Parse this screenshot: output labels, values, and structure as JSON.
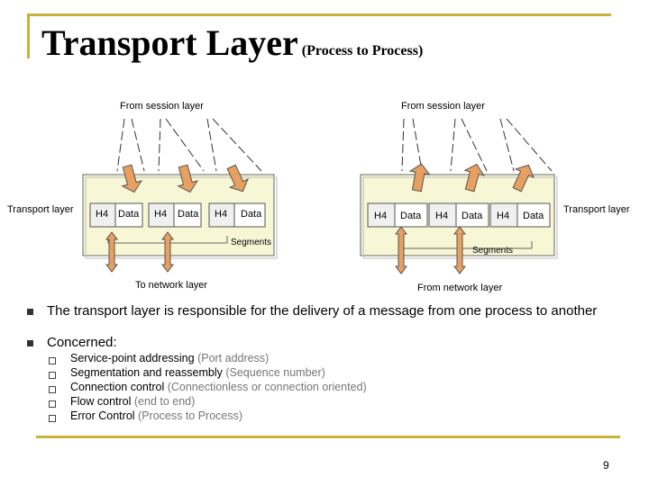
{
  "title": {
    "main": "Transport Layer",
    "sub": "(Process to Process)"
  },
  "diagram": {
    "left": {
      "top_label": "From session layer",
      "side_label": "Transport layer",
      "packets": [
        {
          "header": "H4",
          "data": "Data"
        },
        {
          "header": "H4",
          "data": "Data"
        },
        {
          "header": "H4",
          "data": "Data"
        }
      ],
      "segments_label": "Segments",
      "bottom_label": "To network layer"
    },
    "right": {
      "top_label": "From session layer",
      "side_label": "Transport layer",
      "packets": [
        {
          "header": "H4",
          "data": "Data"
        },
        {
          "header": "H4",
          "data": "Data"
        },
        {
          "header": "H4",
          "data": "Data"
        }
      ],
      "segments_label": "Segments",
      "bottom_label": "From network layer"
    }
  },
  "bullets": [
    {
      "text": "The transport layer is responsible for the delivery of a message from one process to another"
    },
    {
      "text": "Concerned:"
    }
  ],
  "sub_items": [
    {
      "text": "Service-point addressing",
      "paren": "(Port address)"
    },
    {
      "text": "Segmentation and reassembly",
      "paren": "(Sequence number)"
    },
    {
      "text": "Connection control",
      "paren": "(Connectionless or connection oriented)"
    },
    {
      "text": "Flow control",
      "paren": "(end to end)"
    },
    {
      "text": "Error Control",
      "paren": "(Process to Process)"
    }
  ],
  "page_number": "9",
  "colors": {
    "accent_rule": "#c8b23a",
    "box_fill": "#f7f7d5",
    "arrow_fill": "#e8a060",
    "header_fill": "#f0f0f0"
  }
}
